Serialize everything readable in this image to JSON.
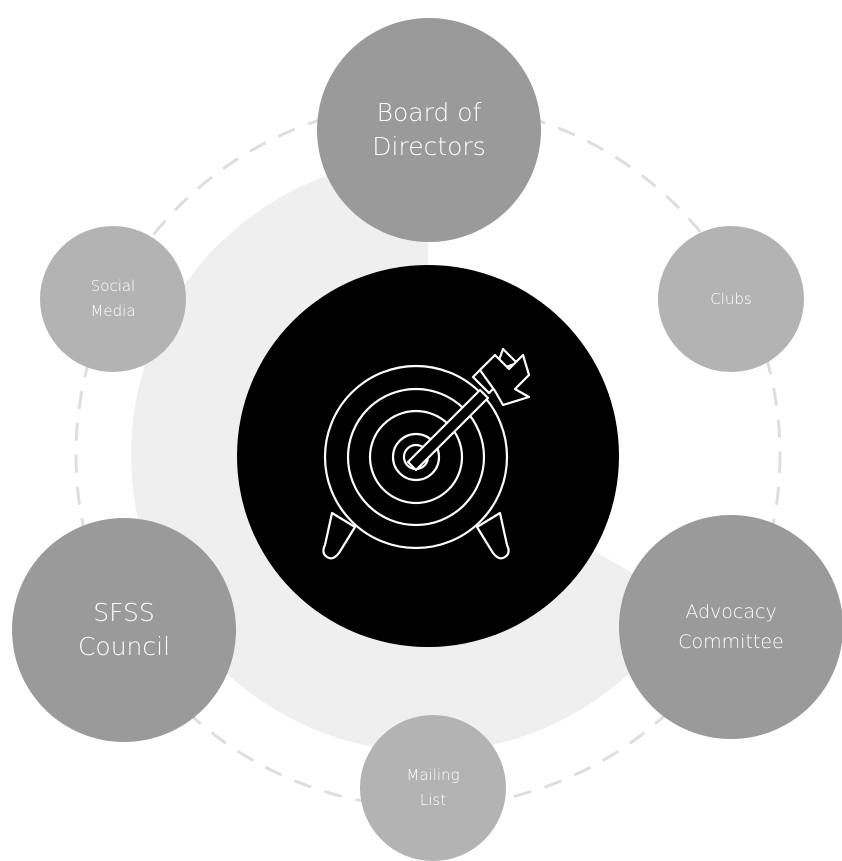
{
  "diagram": {
    "center": {
      "icon": "target-with-arrow-icon"
    },
    "nodes": [
      {
        "id": "board",
        "label": "Board of\nDirectors"
      },
      {
        "id": "clubs",
        "label": "Clubs"
      },
      {
        "id": "advocacy",
        "label": "Advocacy\nCommittee"
      },
      {
        "id": "mailing",
        "label": "Mailing\nList"
      },
      {
        "id": "council",
        "label": "SFSS\nCouncil"
      },
      {
        "id": "social",
        "label": "Social\nMedia"
      }
    ],
    "colors": {
      "center_fill": "#000000",
      "large_node_fill": "#9a9a9a",
      "small_node_fill": "#b3b3b3",
      "background_disc": "#efefef",
      "dashed_ring": "#dedede",
      "text": "#ffffff"
    }
  }
}
